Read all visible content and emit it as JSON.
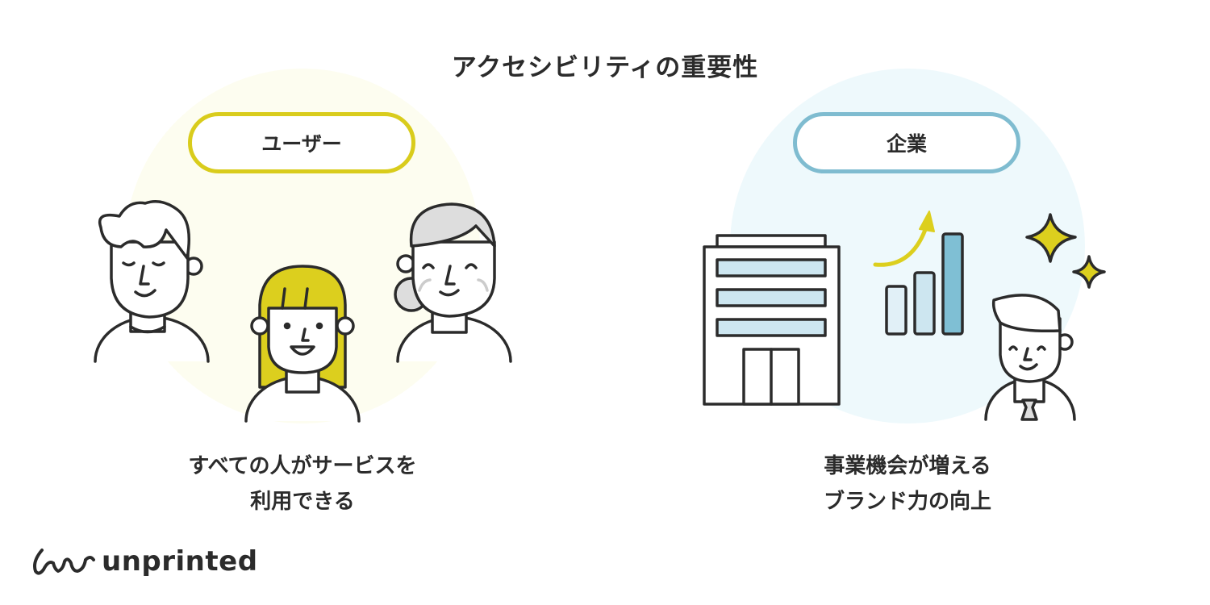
{
  "title": "アクセシビリティの重要性",
  "left": {
    "label": "ユーザー",
    "caption_line1": "すべての人がサービスを",
    "caption_line2": "利用できる",
    "accent": "#d9cc1c"
  },
  "right": {
    "label": "企業",
    "caption_line1": "事業機会が増える",
    "caption_line2": "ブランド力の向上",
    "accent": "#7fbcd0"
  },
  "logo": {
    "text": "unprinted"
  }
}
